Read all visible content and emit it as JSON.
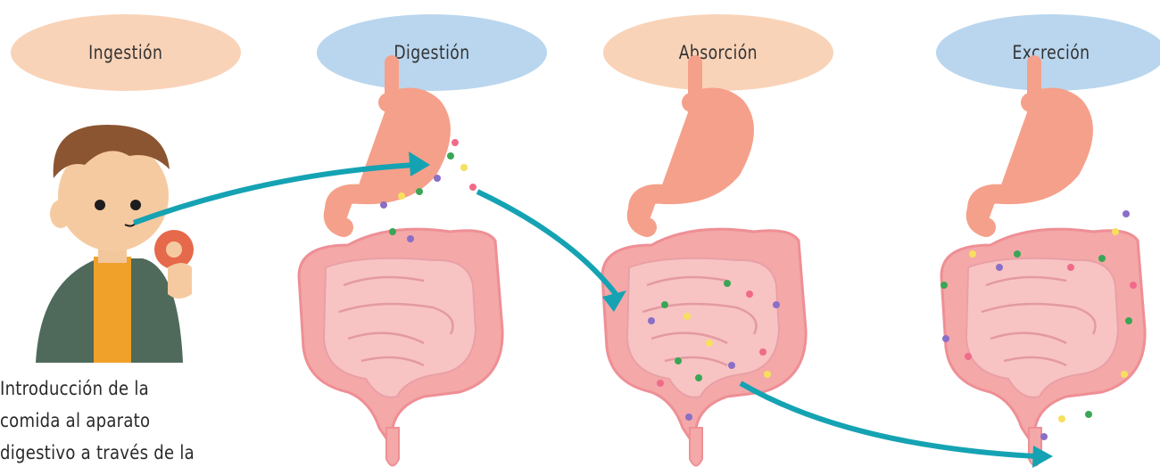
{
  "stages": {
    "ingestion": "Ingestión",
    "digestion": "Digestión",
    "absorption": "Absorción",
    "excretion": "Excreción"
  },
  "description": {
    "line1": "Introducción de la",
    "line2": "comida al aparato",
    "line3": "digestivo a través de la"
  },
  "colors": {
    "peach": "#f9d3b8",
    "blue": "#b9d6ee",
    "arrow": "#15a3b3",
    "intestine": "#f4a8a8",
    "stomach": "#f5a08a"
  }
}
